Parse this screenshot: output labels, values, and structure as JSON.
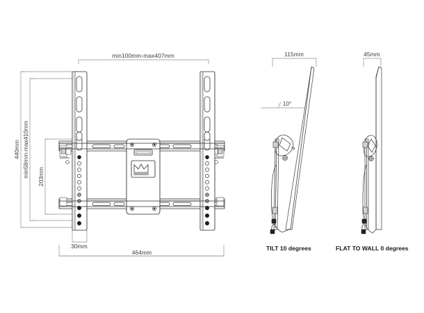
{
  "document": {
    "type": "technical-drawing",
    "subject": "tv-wall-mount-bracket",
    "background_color": "#ffffff",
    "line_color": "#2b2b2b",
    "dimension_color": "#8d8d8d",
    "text_color": "#3a3a3a"
  },
  "views": {
    "front": {
      "name": "front-view",
      "dimensions": {
        "top_width": "min100mm-max407mm",
        "overall_height": "440mm",
        "vesa_height_range": "min58mm-max410mm",
        "plate_height": "203mm",
        "rail_width": "30mm",
        "overall_width": "464mm"
      }
    },
    "tilt": {
      "name": "tilt-side-view",
      "depth": "115mm",
      "angle": "10°",
      "caption": "TILT 10 degrees"
    },
    "flat": {
      "name": "flat-side-view",
      "depth": "45mm",
      "caption": "FLAT TO WALL 0 degrees"
    }
  },
  "labels": {
    "top_width": "min100mm-max407mm",
    "overall_height": "440mm",
    "vesa_range": "min58mm-max410mm",
    "plate_height": "203mm",
    "rail_width": "30mm",
    "overall_width": "464mm",
    "tilt_depth": "115mm",
    "tilt_angle": "10°",
    "flat_depth": "45mm",
    "tilt_caption": "TILT 10 degrees",
    "flat_caption": "FLAT TO WALL 0 degrees"
  }
}
